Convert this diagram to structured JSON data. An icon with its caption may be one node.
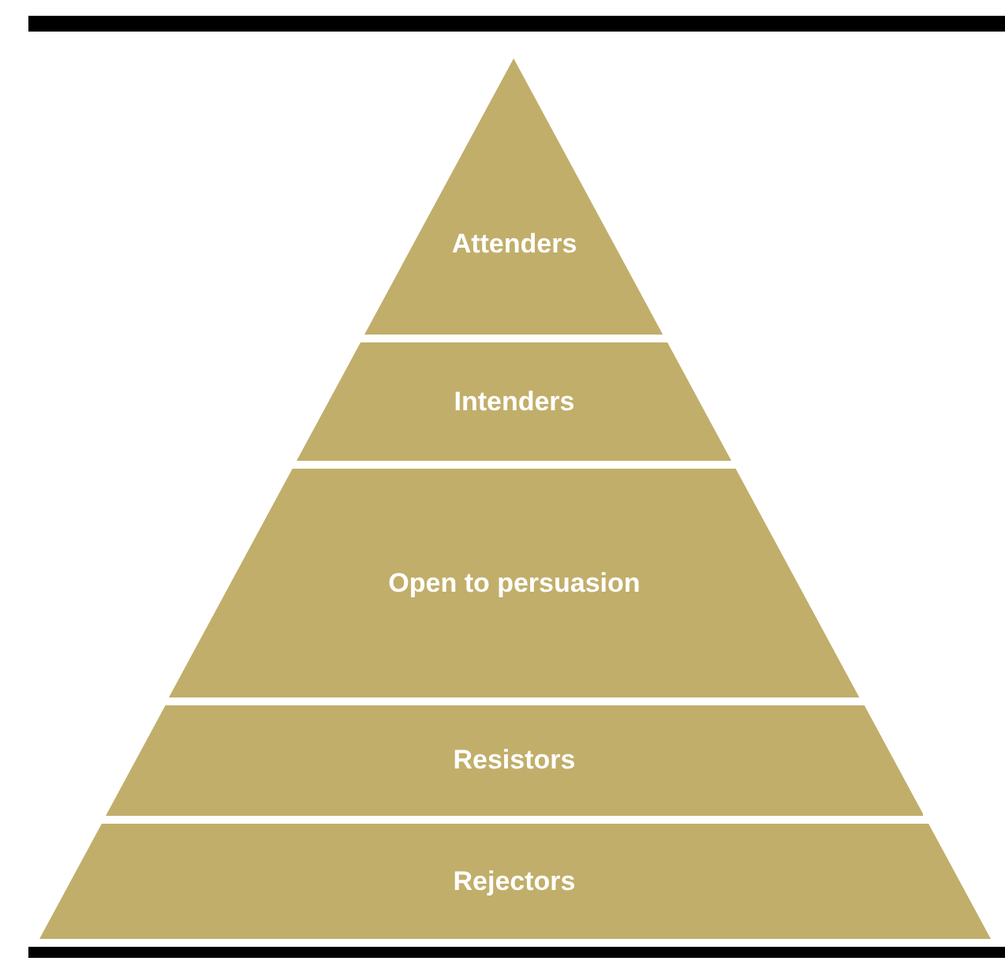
{
  "diagram": {
    "nodes": [
      {
        "text": [
          "Attenders"
        ]
      },
      {
        "text": [
          "Intenders"
        ]
      },
      {
        "text": [
          "Open to persuasion"
        ]
      },
      {
        "text": [
          "Resistors"
        ]
      },
      {
        "text": [
          "Rejectors"
        ]
      }
    ]
  }
}
